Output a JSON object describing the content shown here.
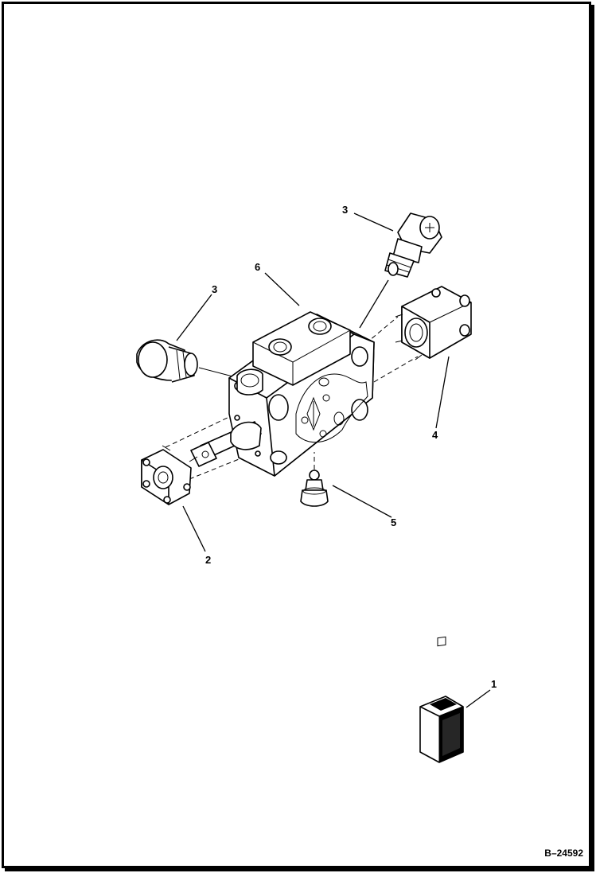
{
  "figure_id": "B–24592",
  "callouts": [
    {
      "label": "1"
    },
    {
      "label": "2"
    },
    {
      "label": "3"
    },
    {
      "label": "3"
    },
    {
      "label": "4"
    },
    {
      "label": "5"
    },
    {
      "label": "6"
    }
  ]
}
